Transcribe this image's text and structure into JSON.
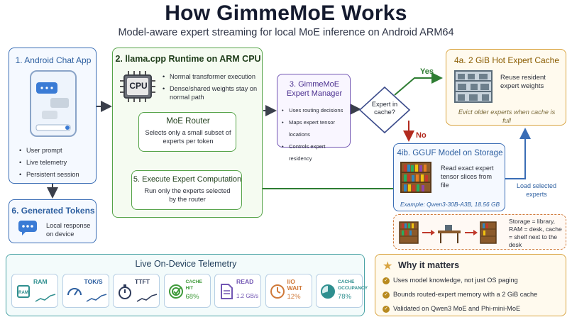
{
  "header": {
    "title": "How GimmeMoE Works",
    "subtitle": "Model-aware expert streaming for local MoE inference on Android ARM64"
  },
  "android_app": {
    "title": "1. Android Chat App",
    "bullets": [
      "User prompt",
      "Live telemetry",
      "Persistent session"
    ]
  },
  "tokens": {
    "title": "6. Generated Tokens",
    "text": "Local response on device"
  },
  "runtime": {
    "title": "2. llama.cpp Runtime on ARM CPU",
    "cpu_label": "CPU",
    "bullets": [
      "Normal transformer execution",
      "Dense/shared weights stay on normal path"
    ],
    "router_title": "MoE Router",
    "router_text": "Selects only a small subset of experts per token",
    "exec_title": "5. Execute Expert Computation",
    "exec_text": "Run only the experts selected by the router"
  },
  "manager": {
    "title": "3. GimmeMoE Expert Manager",
    "bullets": [
      "Uses routing decisions",
      "Maps expert tensor locations",
      "Controls expert residency"
    ]
  },
  "decision": {
    "question": "Expert in cache?",
    "yes": "Yes",
    "no": "No"
  },
  "hot_cache": {
    "title": "4a. 2 GiB Hot Expert Cache",
    "text": "Reuse resident expert weights",
    "note": "Evict older experts when cache is full"
  },
  "storage": {
    "title": "4ib. GGUF Model on Storage",
    "text": "Read exact expert tensor slices from file",
    "example": "Example: Qwen3-30B-A3B, 18.56 GB",
    "load_label": "Load selected experts"
  },
  "analogy": {
    "text": "Storage = library, RAM = desk, cache = shelf next to the desk"
  },
  "telemetry": {
    "title": "Live On-Device Telemetry",
    "tiles": [
      {
        "label": "RAM",
        "value": "",
        "icon": "chip-icon",
        "color": "#2f8f8f"
      },
      {
        "label": "TOK/S",
        "value": "",
        "icon": "speedometer-icon",
        "color": "#2d5fa0"
      },
      {
        "label": "TTFT",
        "value": "",
        "icon": "stopwatch-icon",
        "color": "#2d3a5a"
      },
      {
        "label": "CACHE HIT",
        "value": "68%",
        "icon": "target-icon",
        "color": "#3f9a3a"
      },
      {
        "label": "READ",
        "value": "1.2 GB/s",
        "icon": "document-icon",
        "color": "#7256b3"
      },
      {
        "label": "I/O WAIT",
        "value": "12%",
        "icon": "clock-icon",
        "color": "#d07a3a"
      },
      {
        "label": "CACHE OCCUPANCY",
        "value": "78%",
        "icon": "pie-icon",
        "color": "#2f8f8f"
      }
    ]
  },
  "why": {
    "title": "Why it matters",
    "bullets": [
      "Uses model knowledge, not just OS paging",
      "Bounds routed-expert memory with a 2 GiB cache",
      "Validated on Qwen3 MoE and Phi-mini-MoE"
    ]
  },
  "colors": {
    "blue": "#3a6db5",
    "green": "#55a348",
    "purple": "#7256b3",
    "amber": "#d9a441",
    "red": "#b22a1e",
    "teal": "#4aa3a5"
  }
}
